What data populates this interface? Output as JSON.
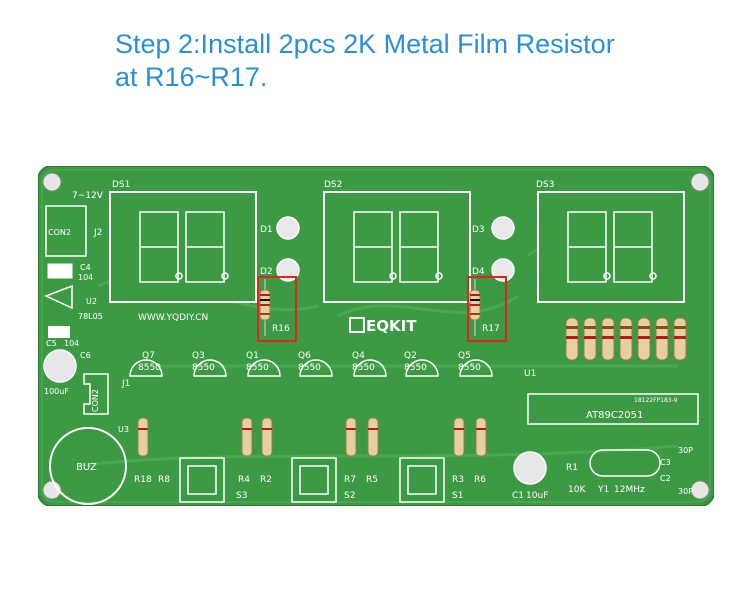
{
  "caption": {
    "line1": "Step 2:Install 2pcs 2K Metal Film Resistor",
    "line2": "at R16~R17."
  },
  "board": {
    "displays": [
      "DS1",
      "DS2",
      "DS3"
    ],
    "leds": [
      "D1",
      "D2",
      "D3",
      "D4"
    ],
    "power_label": "7~12V",
    "con2_top": "CON2",
    "j2": "J2",
    "c4": "C4",
    "c4_value": "104",
    "u2": "U2",
    "u2_part": "78L05",
    "c5": "C5",
    "c5_value": "104",
    "c6": "C6",
    "c6_value": "100uF",
    "con2_left": "CON2",
    "j1": "J1",
    "u3": "U3",
    "buz": "BUZ",
    "website": "WWW.YQDIY.CN",
    "brand": "EQKIT",
    "highlight_left": "R16",
    "highlight_right": "R17",
    "transistors": [
      {
        "name": "Q7",
        "part": "8550"
      },
      {
        "name": "Q3",
        "part": "8550"
      },
      {
        "name": "Q1",
        "part": "8550"
      },
      {
        "name": "Q6",
        "part": "8550"
      },
      {
        "name": "Q4",
        "part": "8550"
      },
      {
        "name": "Q2",
        "part": "8550"
      },
      {
        "name": "Q5",
        "part": "8550"
      }
    ],
    "u1": "U1",
    "chip": "AT89C2051",
    "chip_code": "18122FP183-9",
    "bottom_labels": [
      "R18",
      "R8",
      "R4",
      "R2",
      "R7",
      "R5",
      "R3",
      "R6"
    ],
    "switches": [
      "S3",
      "S2",
      "S1"
    ],
    "c1": "C1",
    "c1_value": "10uF",
    "r1": "R1",
    "r1_value": "10K",
    "y1": "Y1",
    "y1_value": "12MHz",
    "c3": "C3",
    "c2": "C2",
    "cap_30p_top": "30P",
    "cap_30p_bottom": "30P",
    "colors": {
      "caption": "#2a8fd6",
      "pcb": "#3c9a44",
      "highlight": "#e0261b"
    }
  }
}
